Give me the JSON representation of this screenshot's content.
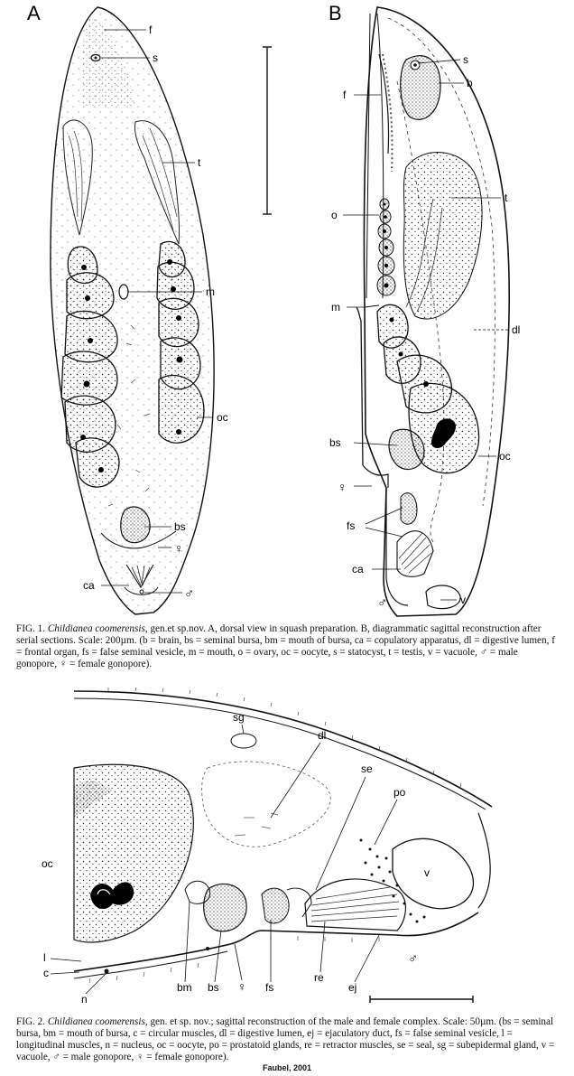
{
  "figure1": {
    "panel_a": {
      "letter": "A",
      "labels": {
        "f": "f",
        "s": "s",
        "t": "t",
        "m": "m",
        "oc": "oc",
        "bs": "bs",
        "female": "♀",
        "ca": "ca",
        "male": "♂"
      }
    },
    "panel_b": {
      "letter": "B",
      "labels": {
        "s": "s",
        "b": "b",
        "f": "f",
        "t": "t",
        "o": "o",
        "m": "m",
        "dl": "dl",
        "bs": "bs",
        "oc": "oc",
        "female": "♀",
        "fs": "fs",
        "ca": "ca",
        "male": "♂",
        "v": "v"
      }
    },
    "caption": {
      "prefix": "FIG. 1. ",
      "species": "Childianea coomerensis",
      "text": ", gen.et sp.nov. A, dorsal view in squash preparation. B, diagrammatic sagittal reconstruction after serial sections. Scale: 200µm. (b = brain, bs = seminal bursa, bm = mouth of bursa, ca = copulatory apparatus, dl = digestive lumen, f = frontal organ, fs = false seminal vesicle, m = mouth, o = ovary, oc = oocyte, s = statocyst, t = testis, v = vacuole, ♂ = male gonopore, ♀ = female gonopore)."
    }
  },
  "figure2": {
    "labels": {
      "sg": "sg",
      "dl": "dl",
      "se": "se",
      "po": "po",
      "oc": "oc",
      "v": "v",
      "l": "l",
      "c": "c",
      "n": "n",
      "bm": "bm",
      "bs": "bs",
      "female": "♀",
      "fs": "fs",
      "re": "re",
      "ej": "ej",
      "male": "♂"
    },
    "caption": {
      "prefix": "FIG. 2. ",
      "species": "Childianea coomerensis",
      "text": ", gen. et sp. nov.; sagittal reconstruction of the male and female complex. Scale: 50µm. (bs = seminal bursa, bm = mouth of bursa, c = circular muscles, dl = digestive lumen, ej = ejaculatory duct, fs = false seminal vesicle, l = longitudinal muscles, n = nucleus, oc = oocyte, po = prostatoid glands, re = retractor muscles, se = seal, sg = subepidermal gland, v = vacuole, ♂ = male gonopore, ♀ = female gonopore)."
    }
  },
  "credit": "Faubel, 2001"
}
